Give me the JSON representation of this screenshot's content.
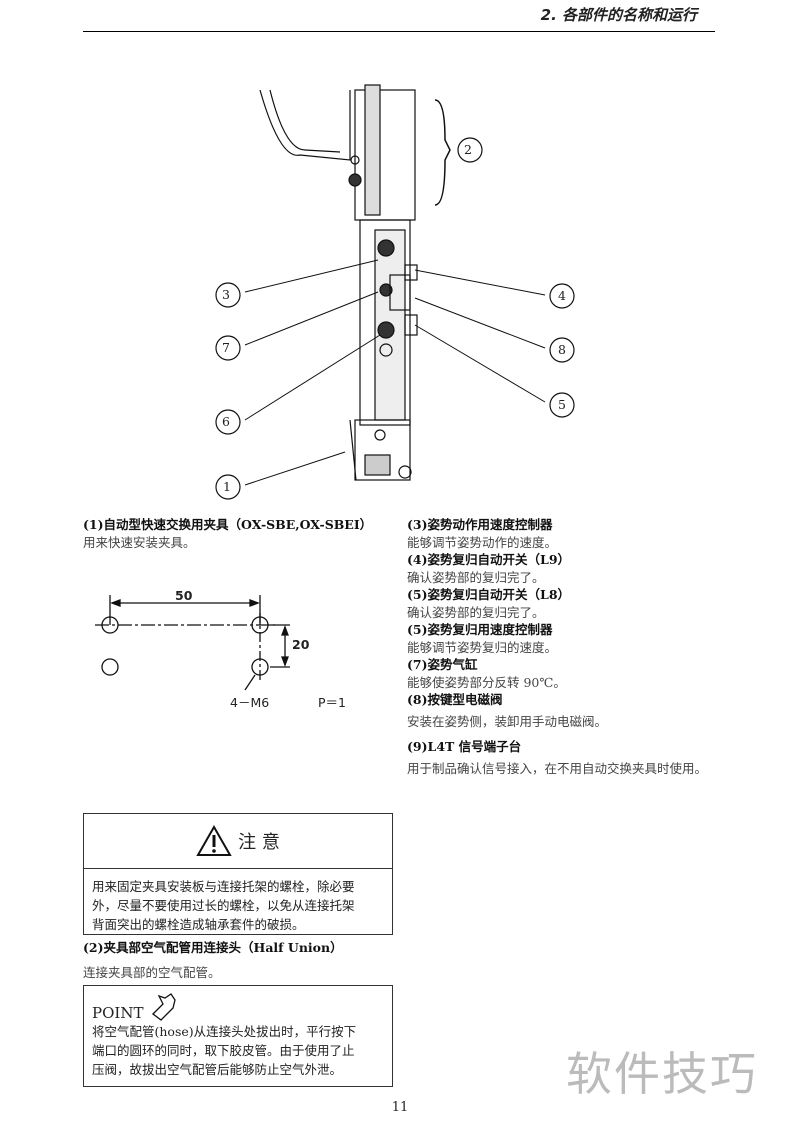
{
  "header": {
    "title": "2. 各部件的名称和运行"
  },
  "figure": {
    "callouts": [
      "1",
      "2",
      "3",
      "4",
      "5",
      "6",
      "7",
      "8"
    ]
  },
  "left": {
    "item1_title": "(1)自动型快速交换用夹具（OX-SBE,OX-SBEI）",
    "item1_desc": "用来快速安装夹具。",
    "dimension": {
      "width": "50",
      "height": "20",
      "spec": "4－M6",
      "pitch": "P＝1"
    }
  },
  "right": {
    "items": [
      {
        "title": "(3)姿势动作用速度控制器",
        "desc": "能够调节姿势动作的速度。"
      },
      {
        "title": "(4)姿势复归自动开关（L9）",
        "desc": "确认姿势部的复归完了。"
      },
      {
        "title": "(5)姿势复归自动开关（L8）",
        "desc": "确认姿势部的复归完了。"
      },
      {
        "title": "(5)姿势复归用速度控制器",
        "desc": "能够调节姿势复归的速度。"
      },
      {
        "title": "(7)姿势气缸",
        "desc": "能够使姿势部分反转 90℃。"
      },
      {
        "title": "(8)按键型电磁阀",
        "desc": "安装在姿势侧，装卸用手动电磁阀。"
      },
      {
        "title": "(9)L4T 信号端子台",
        "desc": "用于制品确认信号接入，在不用自动交换夹具时使用。"
      }
    ]
  },
  "caution": {
    "title": "注 意",
    "text": [
      "用来固定夹具安装板与连接托架的螺栓，除必要",
      "外，尽量不要使用过长的螺栓，以免从连接托架",
      "背面突出的螺栓造成轴承套件的破损。"
    ]
  },
  "item2": {
    "title": "(2)夹具部空气配管用连接头（Half Union）",
    "desc": "连接夹具部的空气配管。"
  },
  "point": {
    "label": "POINT",
    "text": [
      "将空气配管(hose)从连接头处拔出时，平行按下",
      "端口的圆环的同时，取下胶皮管。由于使用了止",
      "压阀，故拔出空气配管后能够防止空气外泄。"
    ]
  },
  "page_number": "11",
  "watermark": "软件技巧"
}
